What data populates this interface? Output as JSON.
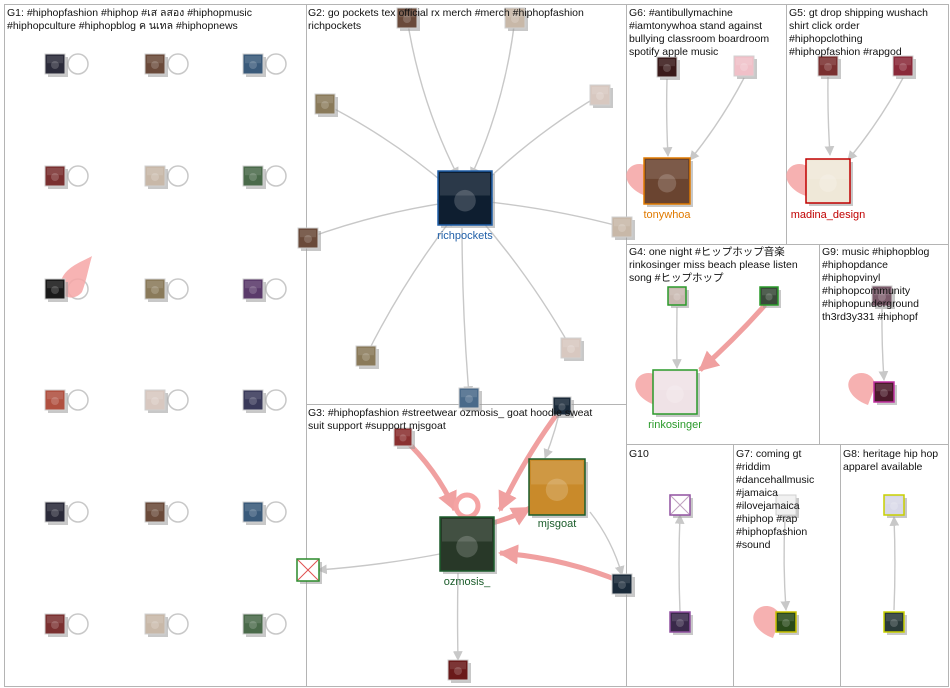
{
  "groups": [
    {
      "id": "G1",
      "label": "G1: #hiphopfashion #hiphop #เส ลสอง #hiphopmusic\n#hiphopculture #hiphopblog ค นเทล #hiphopnews"
    },
    {
      "id": "G2",
      "label": "G2: go pockets tex official rx merch #merch #hiphopfashion\nrichpockets"
    },
    {
      "id": "G3",
      "label": "G3: #hiphopfashion #streetwear ozmosis_ goat hoodie sweat\nsuit support #support mjsgoat"
    },
    {
      "id": "G4",
      "label": "G4: one night #ヒップホップ音楽\nrinkosinger miss beach please listen\nsong #ヒップホップ"
    },
    {
      "id": "G5",
      "label": "G5: gt drop shipping wushach\nshirt click order\n#hiphopclothing\n#hiphopfashion #rapgod"
    },
    {
      "id": "G6",
      "label": "G6: #antibullymachine\n#iamtonywhoa stand against\nbullying classroom boardroom\nspotify apple music"
    },
    {
      "id": "G7",
      "label": "G7: coming gt\n#riddim\n#dancehallmusic\n#jamaica\n#ilovejamaica\n#hiphop #rap\n#hiphopfashion\n#sound"
    },
    {
      "id": "G8",
      "label": "G8: heritage hip hop\napparel available"
    },
    {
      "id": "G9",
      "label": "G9: music #hiphopblog\n#hiphopdance\n#hiphopvinyl\n#hiphopcommunity\n#hiphopunderground\nth3rd3y331 #hiphopf"
    },
    {
      "id": "G10",
      "label": "G10"
    }
  ],
  "named_nodes": [
    {
      "id": "richpockets",
      "label": "richpockets",
      "color": "#1f5fa8"
    },
    {
      "id": "mjsgoat",
      "label": "mjsgoat",
      "color": "#1a5c2a"
    },
    {
      "id": "ozmosis",
      "label": "ozmosis_",
      "color": "#1a5c2a"
    },
    {
      "id": "tonywhoa",
      "label": "tonywhoa",
      "color": "#e07a00"
    },
    {
      "id": "madina",
      "label": "madina_design",
      "color": "#c00000"
    },
    {
      "id": "rinkosinger",
      "label": "rinkosinger",
      "color": "#2a9a2a"
    }
  ],
  "edge_colors": {
    "normal": "#c8c8c8",
    "strong": "#f0a0a0",
    "loop": "#f5a3a3"
  }
}
